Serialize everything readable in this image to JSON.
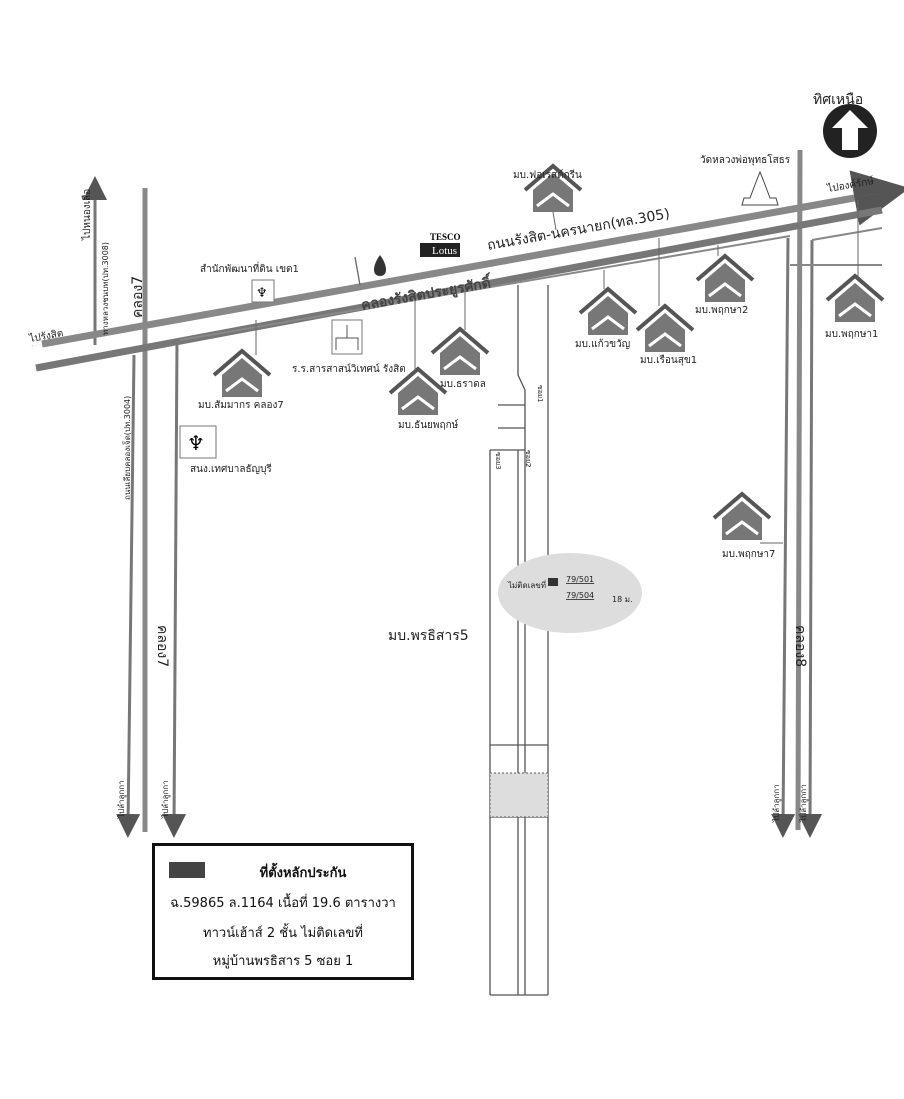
{
  "north": {
    "label": "ทิศเหนือ"
  },
  "roads": {
    "main_road": "ถนนรังสิต-นครนายก(ทล.305)",
    "canal": "คลองรังสิตประยูรศักดิ์",
    "to_rangsit": "ไปรังสิต",
    "to_ongkharak": "ไปองค์รักษ์",
    "to_nong_suea": "ไปหนองเสือ",
    "road_3008": "ทางหลวงชนบท(ปท.3008)",
    "road_3004": "ถนนเลียบคลองเจ็ด(ปท.3004)",
    "klong7_top": "คลอง7",
    "klong7_bottom": "คลอง7",
    "klong8": "คลอง8",
    "to_lamlukka_1": "ไปลำลูกกา",
    "to_lamlukka_2": "ไปลำลูกกา",
    "to_lamlukka_3": "ไปลำลูกกา",
    "to_lamlukka_4": "ไปลำลูกกา",
    "soi1": "ซอย1",
    "soi2": "ซอย2",
    "soi3": "ซอย3"
  },
  "landmarks": {
    "tesco_top": "TESCO",
    "tesco_bottom": "Lotus",
    "land_office": "สำนักพัฒนาที่ดิน เขต1",
    "school": "ร.ร.สารสาสน์วิเทศน์ รังสิต",
    "municipality": "สนง.เทศบาลธัญบุรี",
    "temple": "วัดหลวงพ่อพุทธโสธร"
  },
  "villages": [
    {
      "label": "มบ.ฟอเรสต์กรีน"
    },
    {
      "label": "มบ.พฤกษา2"
    },
    {
      "label": "มบ.แก้วขวัญ"
    },
    {
      "label": "มบ.เรือนสุข1"
    },
    {
      "label": "มบ.พฤกษา1"
    },
    {
      "label": "มบ.ธราดล"
    },
    {
      "label": "มบ.ธันยพฤกษ์"
    },
    {
      "label": "มบ.สัมมากร คลอง7"
    },
    {
      "label": "มบ.พฤกษา7"
    }
  ],
  "site": {
    "village": "มบ.พรธิสาร5",
    "no_number": "ไม่ติดเลขที่",
    "house_a": "79/501",
    "house_b": "79/504",
    "width": "18 ม."
  },
  "legend": {
    "title": "ที่ตั้งหลักประกัน",
    "line1": "ฉ.59865   ล.1164  เนื้อที่ 19.6 ตารางวา",
    "line2": "ทาวน์เฮ้าส์ 2 ชั้น   ไม่ติดเลขที่",
    "line3": "หมู่บ้านพรธิสาร 5   ซอย 1"
  }
}
